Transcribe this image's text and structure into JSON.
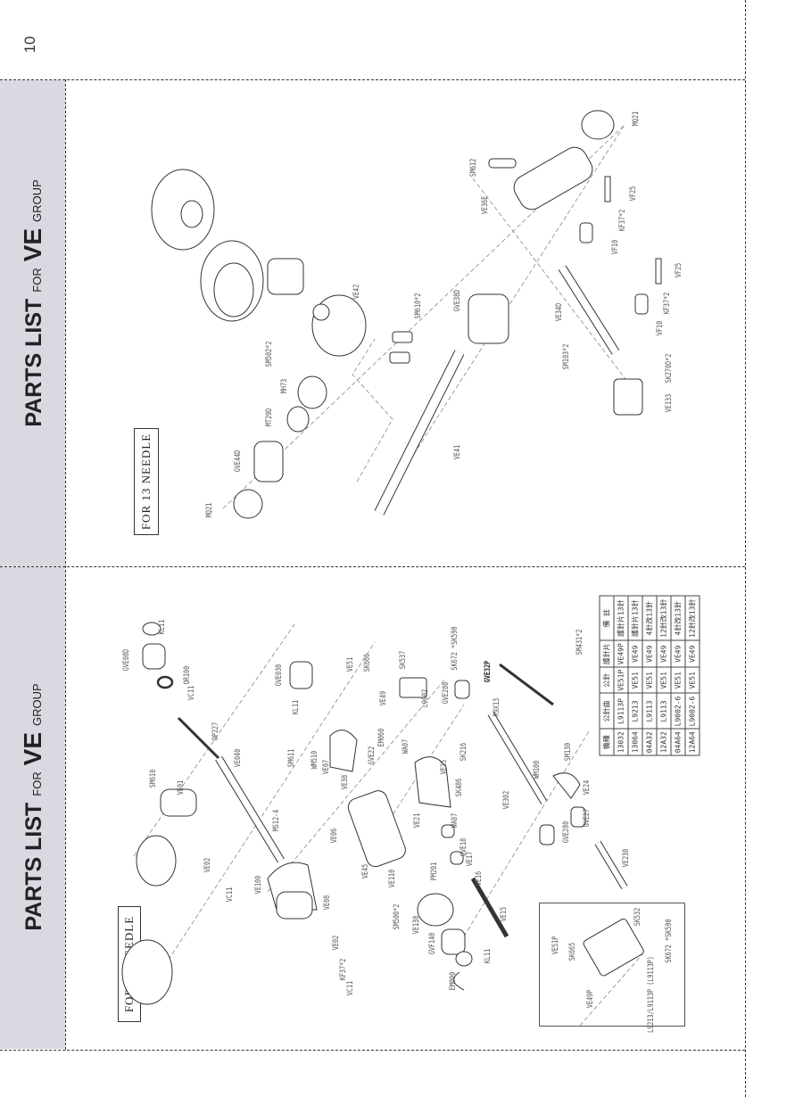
{
  "page_number": "10",
  "title": {
    "parts_list": "PARTS LIST",
    "for": "FOR",
    "ve": "VE",
    "group": "GROUP"
  },
  "top_section": {
    "note": "FOR 13 NEEDLE",
    "labels": [
      "MQ21",
      "SM612",
      "VE36E",
      "VF25",
      "KF37*2",
      "VF10",
      "VF25",
      "KF37*2",
      "VF10",
      "VE34D",
      "SM103*2",
      "SK270D*2",
      "VE133",
      "GVE38D",
      "VE42",
      "SM610*2",
      "SM502*2",
      "MH73",
      "MT29D",
      "GVE44D",
      "MQ21",
      "VE41"
    ]
  },
  "bottom_section": {
    "note": "FOR 13 NEEDLE",
    "labels": [
      "KL11",
      "GVE08D",
      "OR100",
      "VC11",
      "OP227",
      "VE040",
      "SM610",
      "VE01",
      "MS12-4",
      "VE02",
      "GVE030",
      "KL11",
      "SM611",
      "WM510",
      "VE07",
      "VE38",
      "GVE22",
      "EM060",
      "WA07",
      "VE51",
      "SK666",
      "VE49",
      "SK537",
      "L9002",
      "SK672 *SK590",
      "GVE280",
      "SK216",
      "VE25",
      "SK486",
      "VE21",
      "VE06",
      "GVE32P",
      "SM431*2",
      "R9X13",
      "SM130",
      "WM100",
      "VE24",
      "VE302",
      "GVE27",
      "GVE280",
      "WA07",
      "GVE18",
      "VE17",
      "VE16",
      "VE45",
      "VE110",
      "PM201",
      "VE100",
      "VE08",
      "VE230",
      "VE15",
      "SM500*2",
      "VE130",
      "GVF140",
      "KL11",
      "EM090",
      "VE02",
      "KF37*2",
      "VC11",
      "VC11"
    ],
    "inset_labels": [
      "VE51P",
      "SK665",
      "VE49P",
      "SK532",
      "L9213/L9113P (L9113P)",
      "SK672 *SK590"
    ],
    "table": {
      "headers": [
        "機種",
        "公針曲",
        "公針",
        "護針片",
        "備 註"
      ],
      "rows": [
        [
          "13032",
          "L9113P",
          "VE51P",
          "VE49P",
          "護針片13針"
        ],
        [
          "13064",
          "L9213",
          "VE51",
          "VE49",
          "護針片13針"
        ],
        [
          "04A32",
          "L9113",
          "VE51",
          "VE49",
          "4針改13針"
        ],
        [
          "12A32",
          "L9113",
          "VE51",
          "VE49",
          "12針改13針"
        ],
        [
          "04A64",
          "L9002-6",
          "VE51",
          "VE49",
          "4針改13針"
        ],
        [
          "12A64",
          "L9002-6",
          "VE51",
          "VE49",
          "12針改13針"
        ]
      ]
    }
  }
}
